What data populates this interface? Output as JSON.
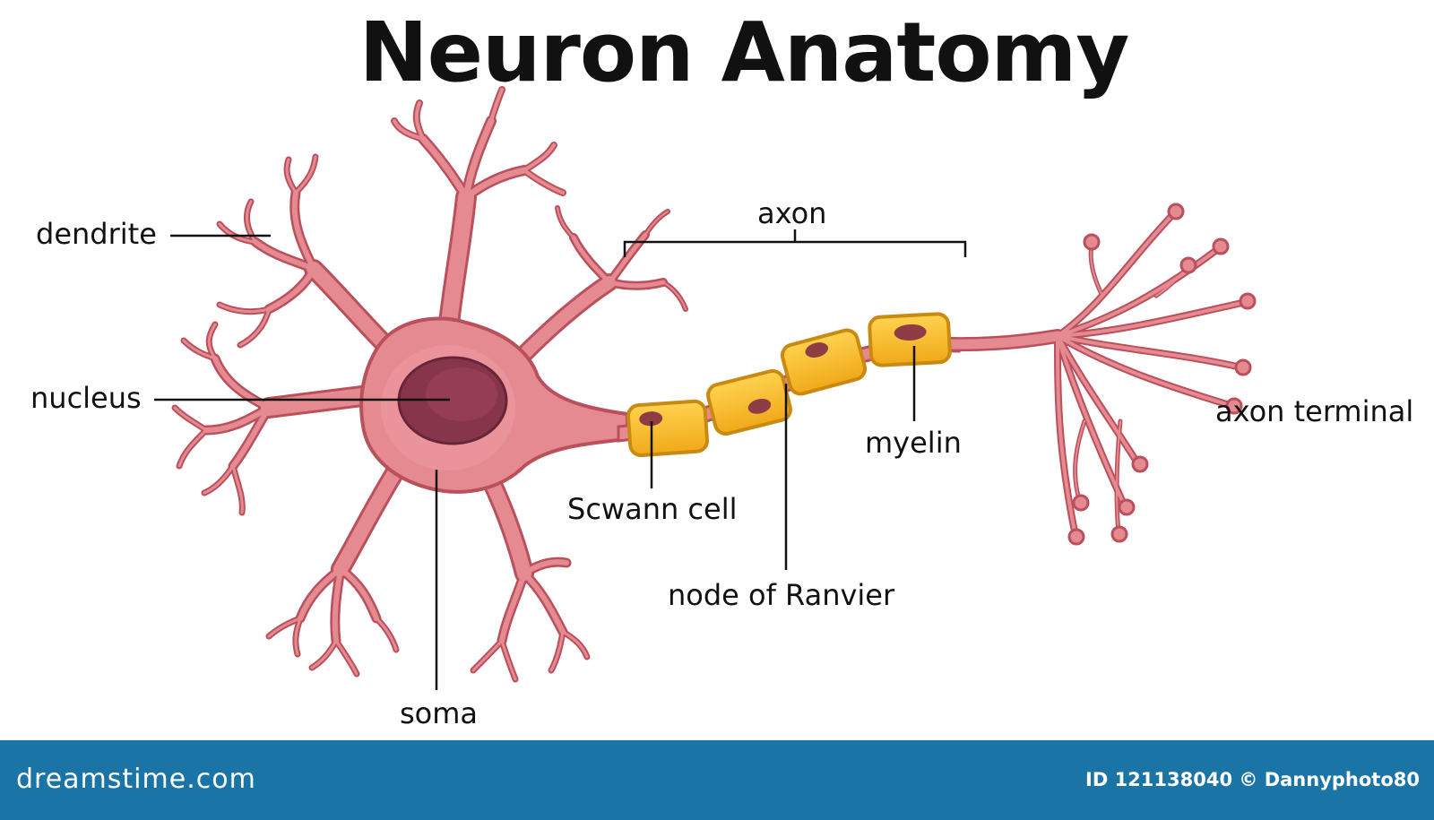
{
  "title": "Neuron Anatomy",
  "labels": {
    "dendrite": "dendrite",
    "nucleus": "nucleus",
    "soma": "soma",
    "axon": "axon",
    "schwann_cell": "Scwann cell",
    "node_of_ranvier": "node of Ranvier",
    "myelin": "myelin",
    "axon_terminal": "axon terminal"
  },
  "footer": {
    "site": "dreamstime.com",
    "id_credit": "ID 121138040 © Dannyphoto80"
  },
  "colors": {
    "neuron_fill": "#e68a92",
    "neuron_outline": "#b9505c",
    "nucleus_fill": "#87354a",
    "myelin_fill": "#f7bd2e",
    "myelin_outline": "#c98a12",
    "footer_bg": "#1a74a6"
  }
}
